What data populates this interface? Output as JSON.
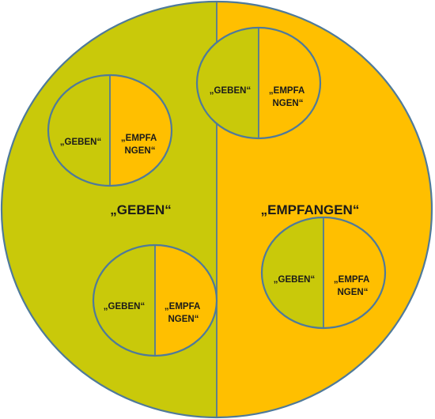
{
  "colors": {
    "geben": "#c9c90a",
    "empfangen": "#ffbf00",
    "outline": "#4f7a9a",
    "text": "#1a1a1a"
  },
  "main": {
    "left_label": "„GEBEN“",
    "right_label": "„EMPFANGEN“"
  },
  "circles": [
    {
      "left_label": "„GEBEN“",
      "right_label_line1": "„EMPFA",
      "right_label_line2": "NGEN“"
    },
    {
      "left_label": "„GEBEN“",
      "right_label_line1": "„EMPFA",
      "right_label_line2": "NGEN“"
    },
    {
      "left_label": "„GEBEN“",
      "right_label_line1": "„EMPFA",
      "right_label_line2": "NGEN“"
    },
    {
      "left_label": "„GEBEN“",
      "right_label_line1": "„EMPFA",
      "right_label_line2": "NGEN“"
    }
  ]
}
